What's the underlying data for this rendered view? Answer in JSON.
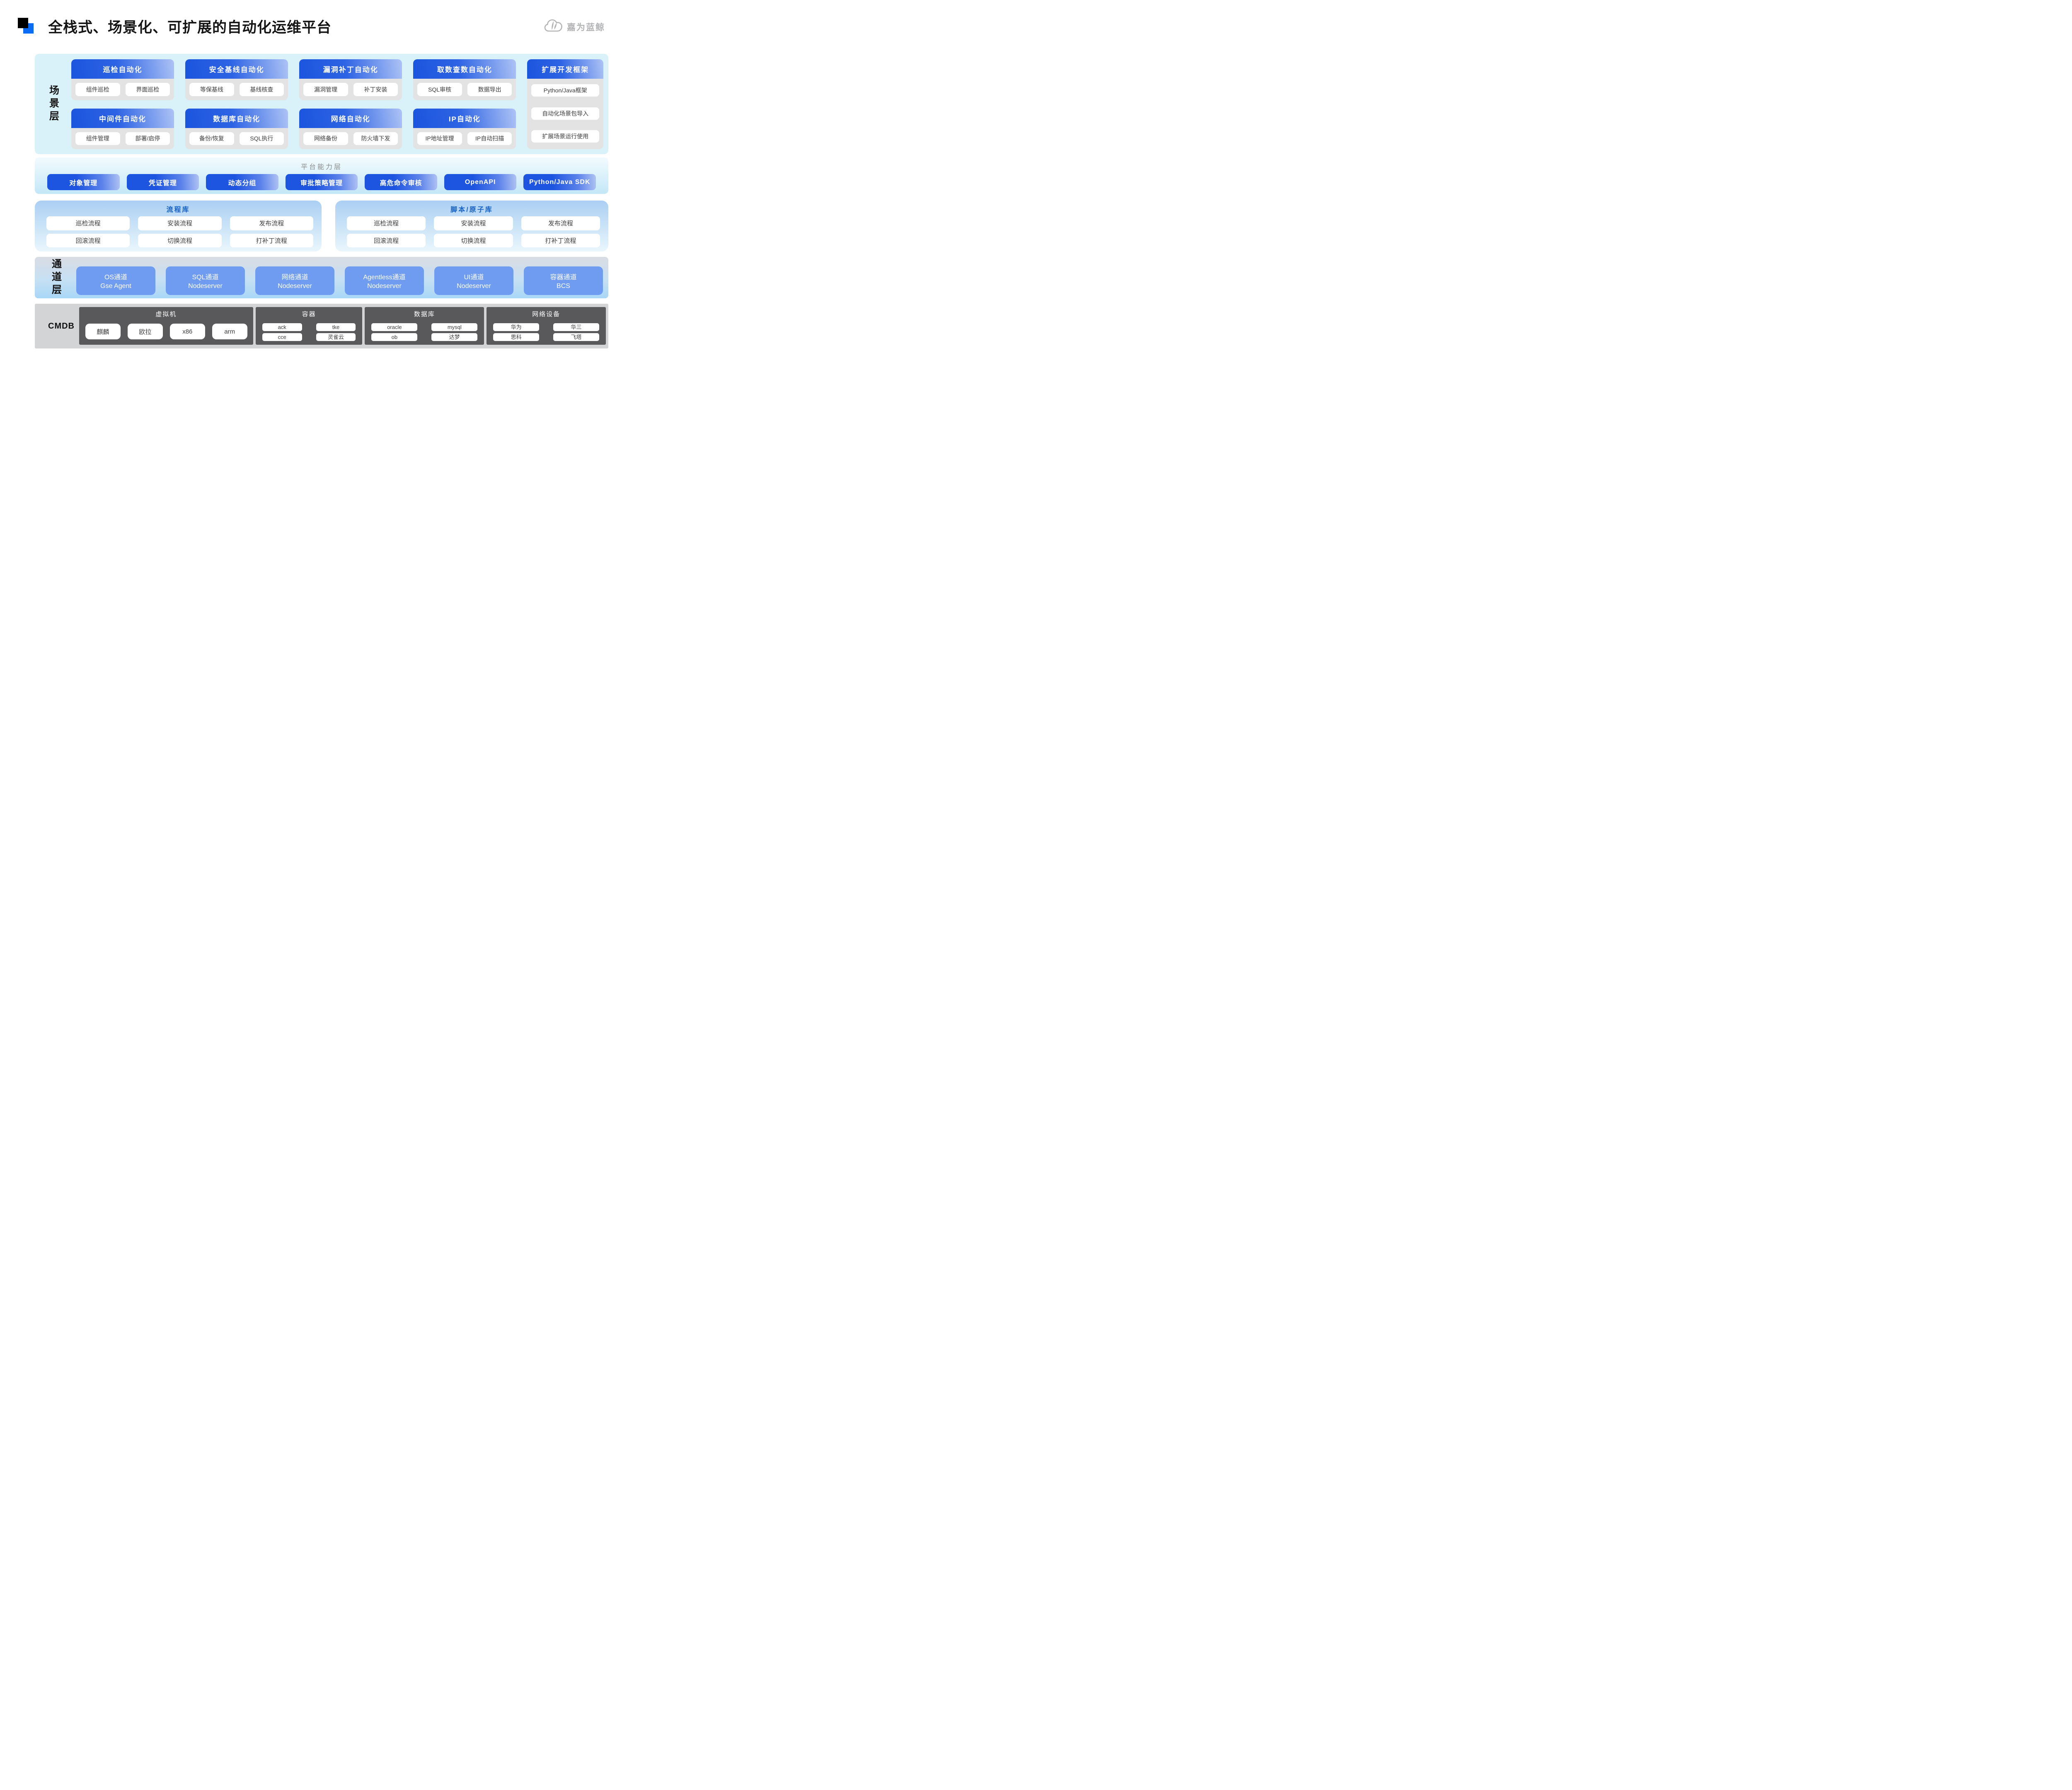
{
  "page": {
    "title": "全栈式、场景化、可扩展的自动化运维平台",
    "logo_text": "嘉为蓝鲸"
  },
  "colors": {
    "accent_blue": "#0a6bf5",
    "card_header_gradient_start": "#1b55de",
    "card_header_gradient_end": "#aec3f5",
    "scenario_layer_bg": "#d9f1f9",
    "channel_card_blue": "#6f9cf0",
    "cmdb_panel_gray": "#59595b",
    "library_title_blue": "#1460c4"
  },
  "scenario_layer": {
    "label": "场景层",
    "cards": [
      {
        "title": "巡检自动化",
        "items": [
          "组件巡检",
          "界面巡检"
        ]
      },
      {
        "title": "安全基线自动化",
        "items": [
          "等保基线",
          "基线核查"
        ]
      },
      {
        "title": "漏洞补丁自动化",
        "items": [
          "漏洞管理",
          "补丁安装"
        ]
      },
      {
        "title": "取数查数自动化",
        "items": [
          "SQL审核",
          "数据导出"
        ]
      },
      {
        "title": "中间件自动化",
        "items": [
          "组件管理",
          "部署/启停"
        ]
      },
      {
        "title": "数据库自动化",
        "items": [
          "备份/恢复",
          "SQL执行"
        ]
      },
      {
        "title": "网络自动化",
        "items": [
          "网络备份",
          "防火墙下发"
        ]
      },
      {
        "title": "IP自动化",
        "items": [
          "IP地址管理",
          "IP自动扫描"
        ]
      }
    ],
    "extension_card": {
      "title": "扩展开发框架",
      "items": [
        "Python/Java框架",
        "自动化场景包导入",
        "扩展场景运行使用"
      ]
    }
  },
  "platform_layer": {
    "title": "平台能力层",
    "buttons": [
      "对象管理",
      "凭证管理",
      "动态分组",
      "审批策略管理",
      "高危命令审核",
      "OpenAPI",
      "Python/Java SDK"
    ]
  },
  "libraries": [
    {
      "title": "流程库",
      "items": [
        "巡检流程",
        "安装流程",
        "发布流程",
        "回滚流程",
        "切换流程",
        "打补丁流程"
      ]
    },
    {
      "title": "脚本/原子库",
      "items": [
        "巡检流程",
        "安装流程",
        "发布流程",
        "回滚流程",
        "切换流程",
        "打补丁流程"
      ]
    }
  ],
  "channel_layer": {
    "label": "通道层",
    "channels": [
      {
        "line1": "OS通道",
        "line2": "Gse Agent"
      },
      {
        "line1": "SQL通道",
        "line2": "Nodeserver"
      },
      {
        "line1": "网络通道",
        "line2": "Nodeserver"
      },
      {
        "line1": "Agentless通道",
        "line2": "Nodeserver"
      },
      {
        "line1": "UI通道",
        "line2": "Nodeserver"
      },
      {
        "line1": "容器通道",
        "line2": "BCS"
      }
    ]
  },
  "cmdb_layer": {
    "label": "CMDB",
    "panels": [
      {
        "title": "虚拟机",
        "items": [
          "麒麟",
          "欧拉",
          "x86",
          "arm"
        ]
      },
      {
        "title": "容器",
        "items": [
          "ack",
          "tke",
          "cce",
          "灵雀云"
        ]
      },
      {
        "title": "数据库",
        "items": [
          "oracle",
          "mysql",
          "ob",
          "达梦"
        ]
      },
      {
        "title": "网络设备",
        "items": [
          "华为",
          "华三",
          "思科",
          "飞塔"
        ]
      }
    ]
  }
}
